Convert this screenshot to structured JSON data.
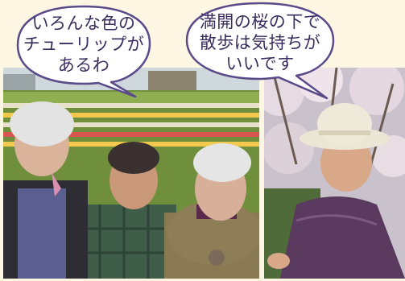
{
  "bubbles": {
    "left": {
      "lines": [
        "いろんな色の",
        "チューリップが",
        "あるわ"
      ]
    },
    "right": {
      "lines": [
        "満開の桜の下で",
        "散歩は気持ちが",
        "いいです"
      ]
    }
  },
  "colors": {
    "bubble_fill": "#ffffff",
    "bubble_stroke": "#5a4a8a",
    "bubble_text": "#3a2c5e",
    "page_background": "#fdf6e3"
  }
}
